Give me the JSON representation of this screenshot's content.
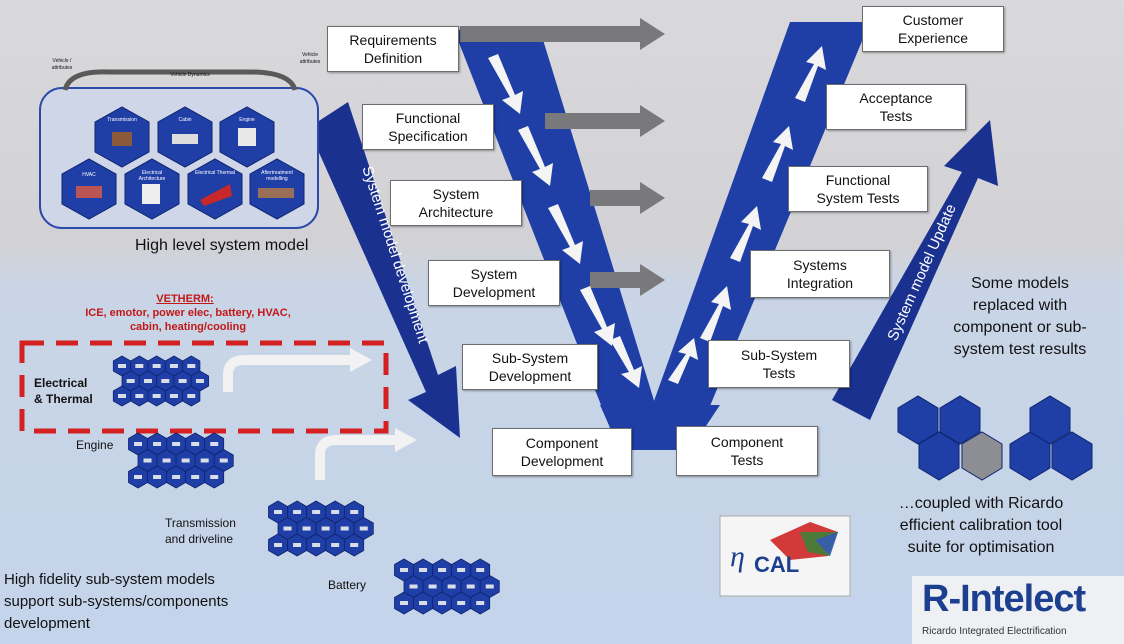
{
  "left_steps": [
    {
      "line1": "Requirements",
      "line2": "Definition"
    },
    {
      "line1": "Functional",
      "line2": "Specification"
    },
    {
      "line1": "System",
      "line2": "Architecture"
    },
    {
      "line1": "System",
      "line2": "Development"
    },
    {
      "line1": "Sub-System",
      "line2": "Development"
    },
    {
      "line1": "Component",
      "line2": "Development"
    }
  ],
  "right_steps": [
    {
      "line1": "Customer",
      "line2": "Experience"
    },
    {
      "line1": "Acceptance",
      "line2": "Tests"
    },
    {
      "line1": "Functional",
      "line2": "System Tests"
    },
    {
      "line1": "Systems",
      "line2": "Integration"
    },
    {
      "line1": "Sub-System",
      "line2": "Tests"
    },
    {
      "line1": "Component",
      "line2": "Tests"
    }
  ],
  "arrow_labels": {
    "left": "System model development",
    "right": "System model Update"
  },
  "high_level_caption": "High level system model",
  "tiny_labels": {
    "top_left": "Vehicle / attributes",
    "middle": "Vehicle Dynamics",
    "top_right": "Vehicle attributes"
  },
  "hex_labels": [
    "Transmission",
    "Cabin",
    "Engine",
    "HVAC",
    "Electrical Architecture",
    "Electrical Thermal",
    "Aftertreatment modelling"
  ],
  "vetherm": {
    "title": "VETHERM:",
    "line1": "ICE, emotor, power elec, battery, HVAC,",
    "line2": "cabin, heating/cooling"
  },
  "subsystems": {
    "electrical_line1": "Electrical",
    "electrical_line2": "& Thermal",
    "engine": "Engine",
    "transmission_line1": "Transmission",
    "transmission_line2": "and driveline",
    "battery": "Battery"
  },
  "bottom_left_text": [
    "High fidelity sub-system models",
    "support sub-systems/components",
    "development"
  ],
  "right_text_top": [
    "Some models",
    "replaced with",
    "component or sub-",
    "system test results"
  ],
  "right_text_bottom": [
    "…coupled with Ricardo",
    "efficient calibration tool",
    "suite for optimisation"
  ],
  "logos": {
    "ncal": "CAL",
    "rintelect": "R-Intelect",
    "rintelect_sub": "Ricardo Integrated Electrification"
  },
  "colors": {
    "v_blue": "#1f3fa6",
    "dark_blue": "#1a3190",
    "grey_arrow": "#7a7a7c",
    "dash_red": "#d42020"
  }
}
